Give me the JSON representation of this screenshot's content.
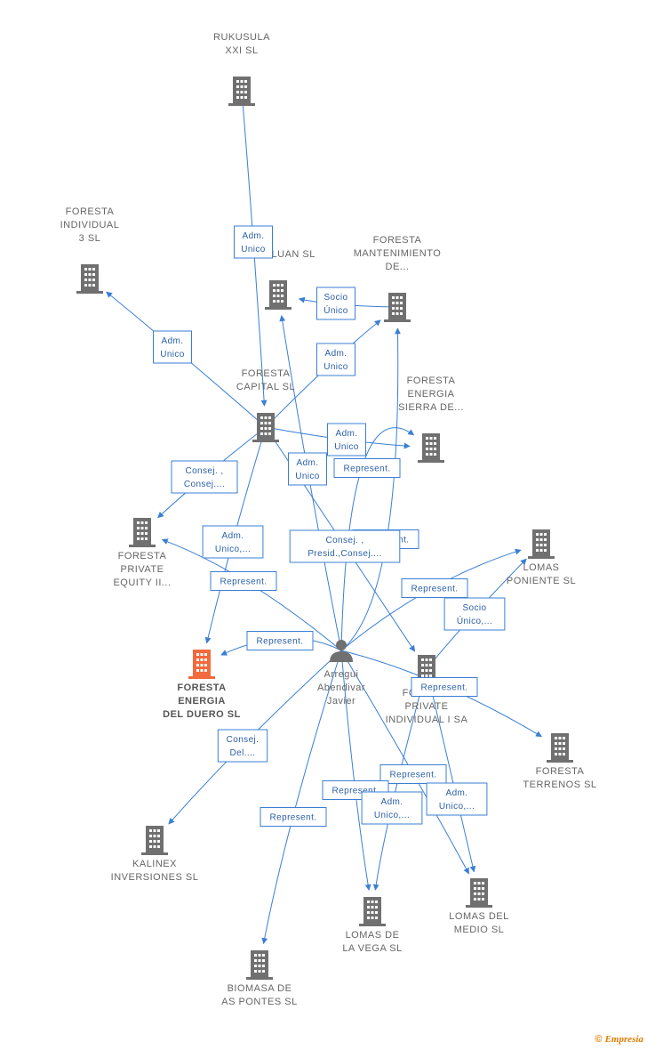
{
  "nodes": [
    {
      "id": "rukusula",
      "lines": [
        "RUKUSULA",
        "XXI  SL"
      ],
      "type": "company"
    },
    {
      "id": "foresta-ind3",
      "lines": [
        "FORESTA",
        "INDIVIDUAL",
        "3 SL"
      ],
      "type": "company"
    },
    {
      "id": "agroluan",
      "lines": [
        "AGROLUAN SL"
      ],
      "type": "company"
    },
    {
      "id": "foresta-mant",
      "lines": [
        "FORESTA",
        "MANTENIMIENTO",
        "DE..."
      ],
      "type": "company"
    },
    {
      "id": "foresta-capital",
      "lines": [
        "FORESTA",
        "CAPITAL SL"
      ],
      "type": "company"
    },
    {
      "id": "foresta-sierra",
      "lines": [
        "FORESTA",
        "ENERGIA",
        "SIERRA DE..."
      ],
      "type": "company"
    },
    {
      "id": "foresta-pe2",
      "lines": [
        "FORESTA",
        "PRIVATE",
        "EQUITY II..."
      ],
      "type": "company"
    },
    {
      "id": "lomas-poniente",
      "lines": [
        "LOMAS",
        "PONIENTE  SL"
      ],
      "type": "company"
    },
    {
      "id": "foresta-duero",
      "lines": [
        "FORESTA",
        "ENERGIA",
        "DEL DUERO SL"
      ],
      "type": "main"
    },
    {
      "id": "arregui",
      "lines": [
        "Arregui",
        "Abendivar",
        "Javier"
      ],
      "type": "person"
    },
    {
      "id": "foresta-pi1",
      "lines": [
        "FORESTA",
        "PRIVATE",
        "INDIVIDUAL I SA"
      ],
      "type": "company"
    },
    {
      "id": "foresta-terrenos",
      "lines": [
        "FORESTA",
        "TERRENOS SL"
      ],
      "type": "company"
    },
    {
      "id": "kalinex",
      "lines": [
        "KALINEX",
        "INVERSIONES SL"
      ],
      "type": "company"
    },
    {
      "id": "lomas-vega",
      "lines": [
        "LOMAS DE",
        "LA VEGA  SL"
      ],
      "type": "company"
    },
    {
      "id": "lomas-medio",
      "lines": [
        "LOMAS DEL",
        "MEDIO  SL"
      ],
      "type": "company"
    },
    {
      "id": "biomasa",
      "lines": [
        "BIOMASA DE",
        "AS PONTES SL"
      ],
      "type": "company"
    }
  ],
  "edges": [
    {
      "from": "rukusula",
      "to": "foresta-capital",
      "labels": [
        "Adm.",
        "Unico"
      ]
    },
    {
      "from": "foresta-capital",
      "to": "foresta-ind3",
      "labels": [
        "Adm.",
        "Unico"
      ]
    },
    {
      "from": "foresta-mant",
      "to": "agroluan",
      "labels": [
        "Socio",
        "Único"
      ]
    },
    {
      "from": "foresta-capital",
      "to": "foresta-mant",
      "labels": [
        "Adm.",
        "Unico"
      ]
    },
    {
      "from": "foresta-capital",
      "to": "foresta-sierra",
      "labels": [
        "Adm.",
        "Unico"
      ]
    },
    {
      "from": "arregui",
      "to": "agroluan",
      "labels": [
        "Adm.",
        "Unico"
      ]
    },
    {
      "from": "foresta-capital",
      "to": "foresta-pe2",
      "labels": [
        "Consej. ,",
        "Consej...."
      ]
    },
    {
      "from": "foresta-capital",
      "to": "foresta-duero",
      "labels": [
        "Adm.",
        "Unico,..."
      ]
    },
    {
      "from": "arregui",
      "to": "foresta-sierra",
      "labels": [
        "Represent."
      ]
    },
    {
      "from": "arregui",
      "to": "foresta-mant",
      "labels": [
        "Represent."
      ]
    },
    {
      "from": "foresta-capital",
      "to": "foresta-pi1",
      "labels": [
        "Consej. ,",
        "Presid.,Consej...."
      ]
    },
    {
      "from": "arregui",
      "to": "foresta-pe2",
      "labels": [
        "Represent."
      ]
    },
    {
      "from": "arregui",
      "to": "lomas-poniente",
      "labels": [
        "Represent."
      ]
    },
    {
      "from": "foresta-pi1",
      "to": "lomas-poniente",
      "labels": [
        "Socio",
        "Único,..."
      ]
    },
    {
      "from": "arregui",
      "to": "foresta-duero",
      "labels": [
        "Represent."
      ]
    },
    {
      "from": "arregui",
      "to": "foresta-terrenos",
      "labels": [
        "Represent."
      ]
    },
    {
      "from": "arregui",
      "to": "kalinex",
      "labels": [
        "Consej.",
        "Del...."
      ]
    },
    {
      "from": "arregui",
      "to": "lomas-medio",
      "labels": [
        "Represent."
      ]
    },
    {
      "from": "arregui",
      "to": "lomas-vega",
      "labels": [
        "Represent."
      ]
    },
    {
      "from": "foresta-pi1",
      "to": "lomas-vega",
      "labels": [
        "Adm.",
        "Unico,..."
      ]
    },
    {
      "from": "foresta-pi1",
      "to": "lomas-medio",
      "labels": [
        "Adm.",
        "Unico,..."
      ]
    },
    {
      "from": "arregui",
      "to": "biomasa",
      "labels": [
        "Represent."
      ]
    }
  ],
  "colors": {
    "edge": "#3a7fd5",
    "company": "#707070",
    "main": "#f26a3d",
    "person": "#707070"
  },
  "footer": {
    "copyright": "©",
    "brand": "Empresia"
  }
}
